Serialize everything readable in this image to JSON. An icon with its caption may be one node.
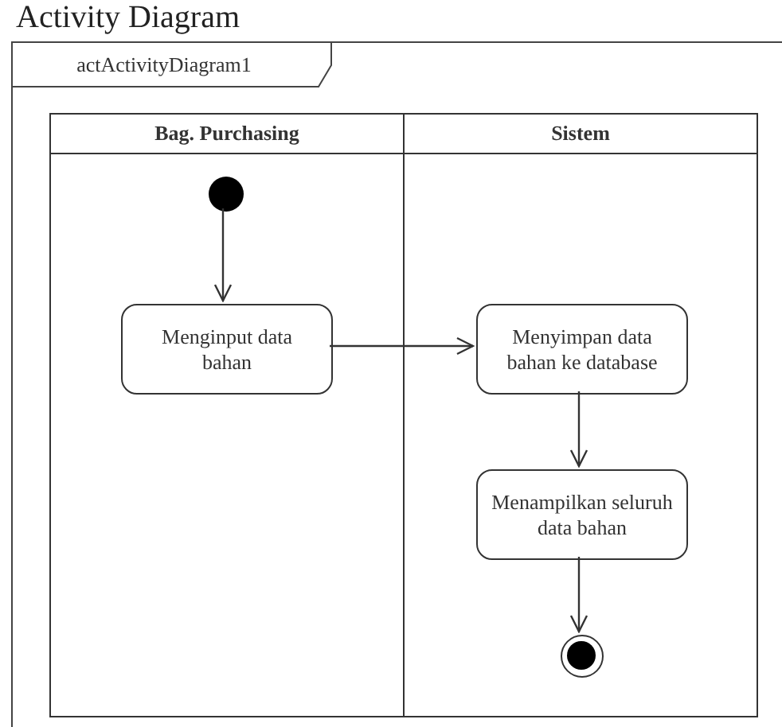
{
  "diagram": {
    "title": "Activity Diagram",
    "nodes": [
      {
        "text": [
          "actActivityDiagram1"
        ]
      },
      {
        "text": [
          "Bag. Purchasing"
        ],
        "in": 0
      },
      {
        "text": [
          "Sistem"
        ],
        "in": 0
      },
      {
        "text": [],
        "shape": "circle",
        "in": 1
      },
      {
        "text": [
          "Menginput data bahan"
        ],
        "in": 1
      },
      {
        "text": [
          "Menyimpan data bahan ke database"
        ],
        "in": 2
      },
      {
        "text": [
          "Menampilkan seluruh data bahan"
        ],
        "in": 2
      },
      {
        "text": [],
        "shape": "bullseye",
        "in": 2
      }
    ],
    "edges": [
      {
        "from": 3,
        "to": 4,
        "arrow": "to"
      },
      {
        "from": 4,
        "to": 5,
        "arrow": "to"
      },
      {
        "from": 5,
        "to": 6,
        "arrow": "to"
      },
      {
        "from": 6,
        "to": 7,
        "arrow": "to"
      }
    ]
  }
}
